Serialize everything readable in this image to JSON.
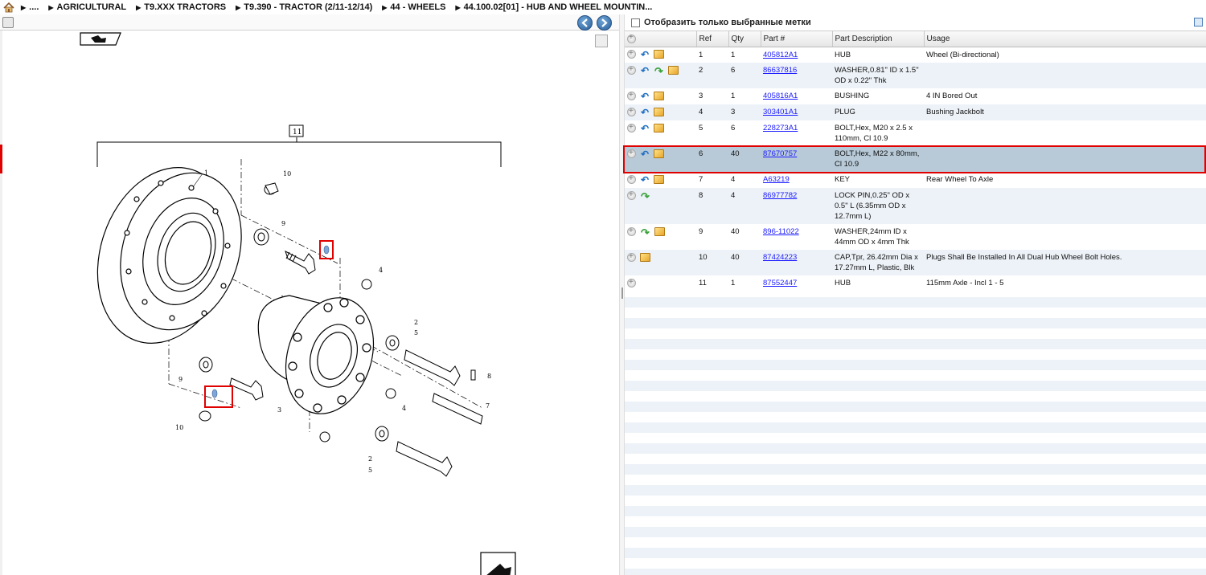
{
  "breadcrumb": {
    "items": [
      {
        "label": "...."
      },
      {
        "label": "AGRICULTURAL"
      },
      {
        "label": "T9.XXX TRACTORS"
      },
      {
        "label": "T9.390 - TRACTOR (2/11-12/14)"
      },
      {
        "label": "44 - WHEELS"
      },
      {
        "label": "44.100.02[01] - HUB AND WHEEL MOUNTIN..."
      }
    ]
  },
  "filter": {
    "label": "Отобразить только выбранные метки",
    "checked": false
  },
  "table": {
    "headers": {
      "ref": "Ref",
      "qty": "Qty",
      "part": "Part #",
      "desc": "Part Description",
      "usage": "Usage"
    },
    "rows": [
      {
        "ref": "1",
        "qty": "1",
        "part": "405812A1",
        "desc": "HUB",
        "usage": "Wheel (Bi-directional)",
        "icons": [
          "back",
          "box"
        ]
      },
      {
        "ref": "2",
        "qty": "6",
        "part": "86637816",
        "desc": "WASHER,0.81\" ID x 1.5\" OD x 0.22\" Thk",
        "usage": "",
        "icons": [
          "back",
          "fwd",
          "box"
        ]
      },
      {
        "ref": "3",
        "qty": "1",
        "part": "405816A1",
        "desc": "BUSHING",
        "usage": "4 IN Bored Out",
        "icons": [
          "back",
          "box"
        ]
      },
      {
        "ref": "4",
        "qty": "3",
        "part": "303401A1",
        "desc": "PLUG",
        "usage": "Bushing Jackbolt",
        "icons": [
          "back",
          "box"
        ]
      },
      {
        "ref": "5",
        "qty": "6",
        "part": "228273A1",
        "desc": "BOLT,Hex, M20 x 2.5 x 110mm, Cl 10.9",
        "usage": "",
        "icons": [
          "back",
          "box"
        ]
      },
      {
        "ref": "6",
        "qty": "40",
        "part": "87670757",
        "desc": "BOLT,Hex, M22 x 80mm, Cl 10.9",
        "usage": "",
        "icons": [
          "back",
          "box"
        ],
        "selected": true
      },
      {
        "ref": "7",
        "qty": "4",
        "part": "A63219",
        "desc": "KEY",
        "usage": "Rear Wheel To Axle",
        "icons": [
          "back",
          "box"
        ]
      },
      {
        "ref": "8",
        "qty": "4",
        "part": "86977782",
        "desc": "LOCK PIN,0.25\" OD x 0.5\" L (6.35mm OD x 12.7mm L)",
        "usage": "",
        "icons": [
          "fwd"
        ]
      },
      {
        "ref": "9",
        "qty": "40",
        "part": "896-11022",
        "desc": "WASHER,24mm ID x 44mm OD x 4mm Thk",
        "usage": "",
        "icons": [
          "fwd",
          "box"
        ]
      },
      {
        "ref": "10",
        "qty": "40",
        "part": "87424223",
        "desc": "CAP,Tpr, 26.42mm Dia x 17.27mm L, Plastic, Blk",
        "usage": "Plugs Shall Be Installed In All Dual Hub Wheel Bolt Holes.",
        "icons": [
          "box"
        ]
      },
      {
        "ref": "11",
        "qty": "1",
        "part": "87552447",
        "desc": "HUB",
        "usage": "115mm Axle - Incl 1 - 5",
        "icons": []
      }
    ]
  },
  "diagram": {
    "callouts": [
      "11",
      "1",
      "10",
      "9",
      "4",
      "2",
      "5",
      "3",
      "8",
      "7",
      "9",
      "10",
      "4",
      "2",
      "5"
    ]
  },
  "colors": {
    "selection_outline": "#e00000",
    "selected_row": "#b8cad8",
    "link": "#1a1aff",
    "alt_row": "#edf2f8"
  }
}
